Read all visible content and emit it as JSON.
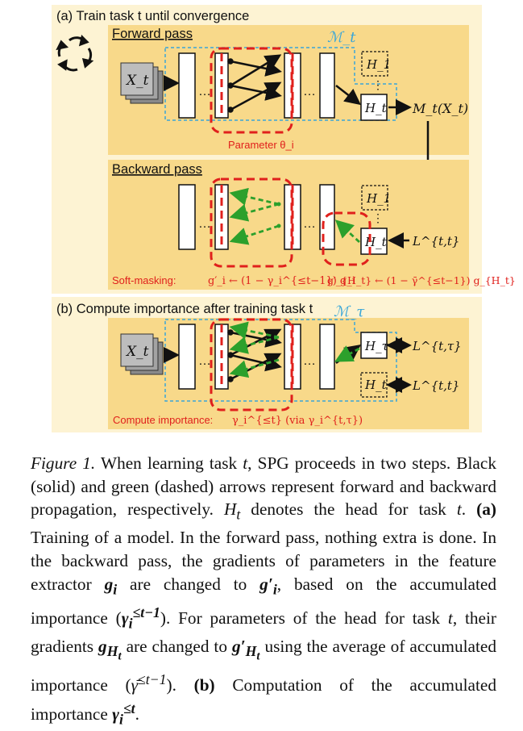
{
  "panel_a": {
    "title": "(a) Train task t until convergence",
    "forward": {
      "label": "Forward pass",
      "model_label": "ℳ_t",
      "input": "X_t",
      "head_top": "H_1",
      "head_task": "H_t",
      "output": "M_t(X_t)",
      "param_note": "Parameter θ_i"
    },
    "backward": {
      "label": "Backward pass",
      "head_top": "H_1",
      "head_task": "H_t",
      "loss": "L^{t,t}",
      "soft_label": "Soft-masking:",
      "formula_1": "g′_i ← (1 − γ_i^{≤t−1}) g_i",
      "formula_2": "g′_{H_t} ← (1 − γ̄^{≤t−1}) g_{H_t}"
    }
  },
  "panel_b": {
    "title": "(b) Compute importance after training task t",
    "model_label": "ℳ_τ",
    "input": "X_t",
    "head_tau": "H_τ",
    "head_t": "H_t",
    "loss_tau": "L^{t,τ}",
    "loss_t": "L^{t,t}",
    "importance_label": "Compute importance:",
    "importance_formula": "γ_i^{≤t} (via γ_i^{t,τ})"
  },
  "caption": {
    "figure_label": "Figure 1.",
    "text_1": "When learning task",
    "text_2": ", SPG proceeds in two steps. Black (solid) and green (dashed) arrows represent forward and backward propagation, respectively.",
    "text_3": "denotes the head for task",
    "bold_a": "(a)",
    "text_4": "Training of a model. In the forward pass, nothing extra is done. In the backward pass, the gradients of parameters in the feature extractor",
    "text_5": "are changed to",
    "text_6": ", based on the accumulated importance",
    "text_7": ". For parameters of the head for task",
    "text_8": ", their gradients",
    "text_9": "are changed to",
    "text_10": "using the average of accumulated importance",
    "bold_b": "(b)",
    "text_11": "Computation of the accumulated importance"
  },
  "colors": {
    "outer_bg": "#fdf3d3",
    "panel_bg": "#f8d98a",
    "red_dash": "#e0201c",
    "green_dash": "#2ca02c",
    "cyan_dash": "#3aa6d8",
    "label_red": "#e0201c",
    "model_label": "#3aa6d8"
  }
}
